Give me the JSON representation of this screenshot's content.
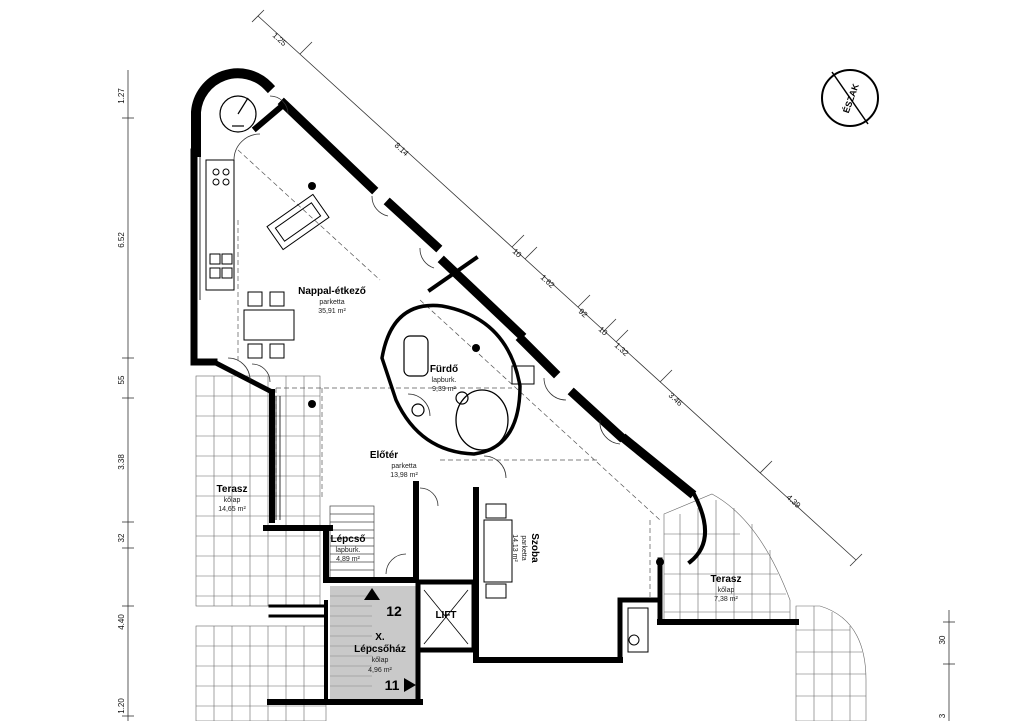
{
  "north_label": "ÉSZAK",
  "dimensions": {
    "top_a": "1.25",
    "top_b": "8.14",
    "top_c": "10",
    "top_d": "1.62",
    "top_e": "92",
    "top_f": "10",
    "top_g": "1.32",
    "top_h": "3.46",
    "top_i": "4.39",
    "left_a": "1.27",
    "left_b": "6.52",
    "left_c": "55",
    "left_d": "3.38",
    "left_e": "32",
    "left_f": "4.40",
    "left_g": "1.20",
    "right_a": "30",
    "right_b": "3"
  },
  "rooms": {
    "nappali": {
      "name": "Nappal-étkező",
      "floor": "parketta",
      "area": "35,91 m²"
    },
    "furdo": {
      "name": "Fürdő",
      "floor": "lapburk.",
      "area": "9,39 m²"
    },
    "eloter": {
      "name": "Előtér",
      "floor": "parketta",
      "area": "13,98 m²"
    },
    "terasz_left": {
      "name": "Terasz",
      "floor": "kőlap",
      "area": "14,65 m²"
    },
    "lepcso": {
      "name": "Lépcső",
      "floor": "lapburk.",
      "area": "4,89 m²"
    },
    "szoba": {
      "name": "Szoba",
      "floor": "parketta",
      "area": "14,13 m²"
    },
    "terasz_right": {
      "name": "Terasz",
      "floor": "kőlap",
      "area": "7,38 m²"
    },
    "lepcsohaz": {
      "name_line1": "X.",
      "name_line2": "Lépcsőház",
      "floor": "kőlap",
      "area": "4,96 m²"
    }
  },
  "lift_label": "LIFT",
  "stair_numbers": {
    "upper": "12",
    "lower": "11"
  },
  "colors": {
    "wall": "#000000",
    "stair_fill": "#c9c9c9",
    "line": "#222222"
  }
}
